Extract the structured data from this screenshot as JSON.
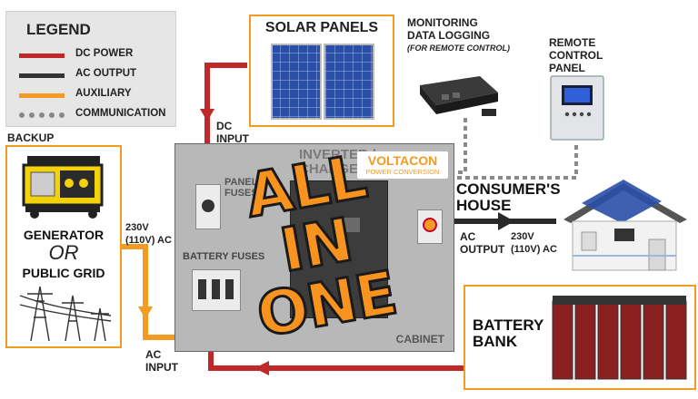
{
  "legend": {
    "title": "LEGEND",
    "items": [
      {
        "label": "DC POWER",
        "color": "#c0282a",
        "style": "solid"
      },
      {
        "label": "AC OUTPUT",
        "color": "#333333",
        "style": "solid"
      },
      {
        "label": "AUXILIARY",
        "color": "#f39a22",
        "style": "solid"
      },
      {
        "label": "COMMUNICATION",
        "color": "#888888",
        "style": "dashed"
      }
    ]
  },
  "solar_panels": {
    "title": "SOLAR PANELS"
  },
  "monitoring": {
    "line1": "MONITORING",
    "line2": "DATA LOGGING",
    "line3": "(FOR REMOTE CONTROL)"
  },
  "remote_panel": {
    "line1": "REMOTE",
    "line2": "CONTROL",
    "line3": "PANEL"
  },
  "backup": {
    "label": "BACKUP",
    "generator": "GENERATOR",
    "or": "OR",
    "grid": "PUBLIC GRID"
  },
  "dc_input": {
    "line1": "DC",
    "line2": "INPUT"
  },
  "ac_in_voltage": {
    "line1": "230V",
    "line2": "(110V) AC"
  },
  "ac_input": {
    "line1": "AC",
    "line2": "INPUT"
  },
  "cabinet": {
    "inverter_text_1": "INVERTER /",
    "inverter_text_2": "CHARGER",
    "panel_fuses_1": "PANEL",
    "panel_fuses_2": "FUSES",
    "battery_fuses": "BATTERY FUSES",
    "label": "CABINET"
  },
  "brand": {
    "name": "VOLTACON",
    "tagline": "POWER CONVERSION"
  },
  "overlay": {
    "line1": "ALL",
    "line2": "IN",
    "line3": "ONE"
  },
  "consumer": {
    "line1": "CONSUMER'S",
    "line2": "HOUSE"
  },
  "ac_output": {
    "line1": "AC",
    "line2": "OUTPUT"
  },
  "ac_out_voltage": {
    "line1": "230V",
    "line2": "(110V) AC"
  },
  "battery_bank": {
    "line1": "BATTERY",
    "line2": "BANK"
  },
  "colors": {
    "dc": "#c0282a",
    "ac": "#333333",
    "aux": "#f39a22",
    "comm": "#888888",
    "accent": "#f7931e"
  }
}
